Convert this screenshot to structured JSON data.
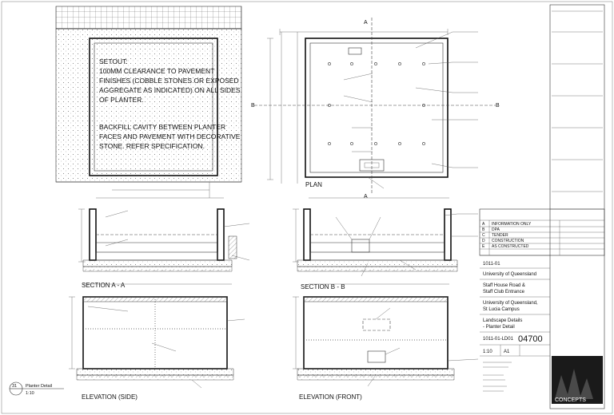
{
  "note_setout": {
    "l1": "SETOUT:",
    "l2": "100MM CLEARANCE TO PAVEMENT",
    "l3": "FINISHES (COBBLE STONES OR EXPOSED",
    "l4": "AGGREGATE AS INDICATED) ON ALL SIDES",
    "l5": "OF PLANTER."
  },
  "note_backfill": {
    "l1": "BACKFILL CAVITY BETWEEN PLANTER",
    "l2": "FACES AND PAVEMENT WITH DECORATIVE",
    "l3": "STONE. REFER SPECIFICATION."
  },
  "views": {
    "plan": "PLAN",
    "section_a": "SECTION A - A",
    "section_b": "SECTION B - B",
    "elev_side": "ELEVATION (SIDE)",
    "elev_front": "ELEVATION (FRONT)"
  },
  "markers": {
    "a": "A",
    "b": "B"
  },
  "detail_ref": {
    "num": "31",
    "title": "Planter Detail",
    "scale": "1:10"
  },
  "title_block": {
    "project": "1011-01",
    "client": "University of Queensland",
    "location_1": "Staff House Road &",
    "location_2": "Staff Club Entrance",
    "site_1": "University of Queensland,",
    "site_2": "St Lucia Campus",
    "drawing_1": "Landscape Details",
    "drawing_2": "- Planter Detail",
    "dwg_no": "1011-01-LD01",
    "big_no": "04700",
    "scale": "1:10",
    "size": "A1",
    "firm": "CONCEPTS"
  },
  "revision_table": {
    "rows": [
      {
        "rev": "A",
        "desc": "INFORMATION ONLY"
      },
      {
        "rev": "B",
        "desc": "DPA"
      },
      {
        "rev": "C",
        "desc": "TENDER"
      },
      {
        "rev": "D",
        "desc": "CONSTRUCTION"
      },
      {
        "rev": "E",
        "desc": "AS CONSTRUCTED"
      }
    ]
  }
}
